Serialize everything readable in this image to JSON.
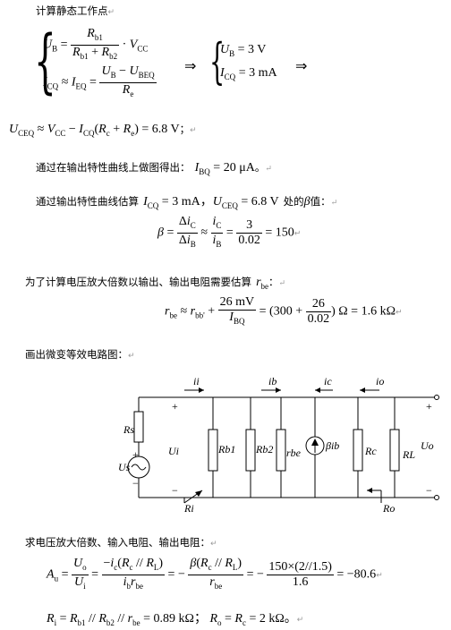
{
  "header_text": "计算静态工作点",
  "result_text": "通过在输出特性曲线上做图得出：",
  "estimate_text": "通过输出特性曲线估算",
  "beta_text": "处的",
  "beta_text2": "值：",
  "rbe_text": "为了计算电压放大倍数以输出、输出电阻需要估算",
  "circuit_title": "画出微变等效电路图：",
  "final_text": "求电压放大倍数、输入电阻、输出电阻：",
  "values": {
    "ub": "3 V",
    "icq": "3 mA",
    "uceq": "6.8 V",
    "ibq": "20 μA",
    "beta": "150",
    "ic_over_ib": "3",
    "ib_val": "0.02",
    "rbb": "300",
    "mv": "26 mV",
    "twentysix": "26",
    "rbe": "1.6 kΩ",
    "au": "−80.6",
    "au_num": "150×(2//1.5)",
    "au_den": "1.6",
    "ri": "0.89 kΩ",
    "ro": "2 kΩ"
  },
  "circuit": {
    "labels": [
      "Rs",
      "Us",
      "Ui",
      "Rb1",
      "Rb2",
      "rbe",
      "βib",
      "Rc",
      "RL",
      "Uo",
      "ii",
      "ib",
      "ic",
      "io",
      "Ri",
      "Ro"
    ],
    "plus": "+",
    "minus": "−"
  }
}
